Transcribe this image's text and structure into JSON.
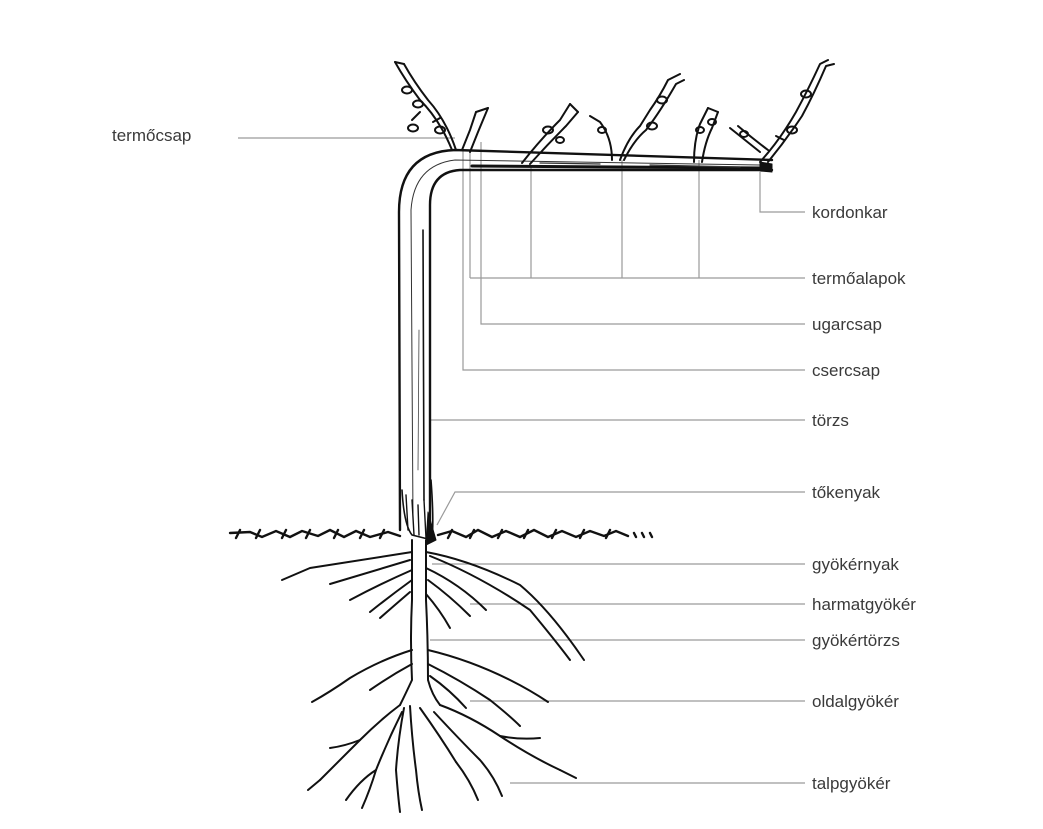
{
  "diagram": {
    "labels": {
      "termocsap": "termőcsap",
      "kordonkar": "kordonkar",
      "termoalapok": "termőalapok",
      "ugarcsap": "ugarcsap",
      "csercsap": "csercsap",
      "torzs": "törzs",
      "tokenyak": "tőkenyak",
      "gyokernyak": "gyökérnyak",
      "harmatgyoker": "harmatgyökér",
      "gyokertorzs": "gyökértörzs",
      "oldalgyoker": "oldalgyökér",
      "talpgyoker": "talpgyökér"
    },
    "colors": {
      "ink": "#111111",
      "leader": "#9a9a9a",
      "label_text": "#3a3a3a",
      "background": "#ffffff"
    }
  }
}
